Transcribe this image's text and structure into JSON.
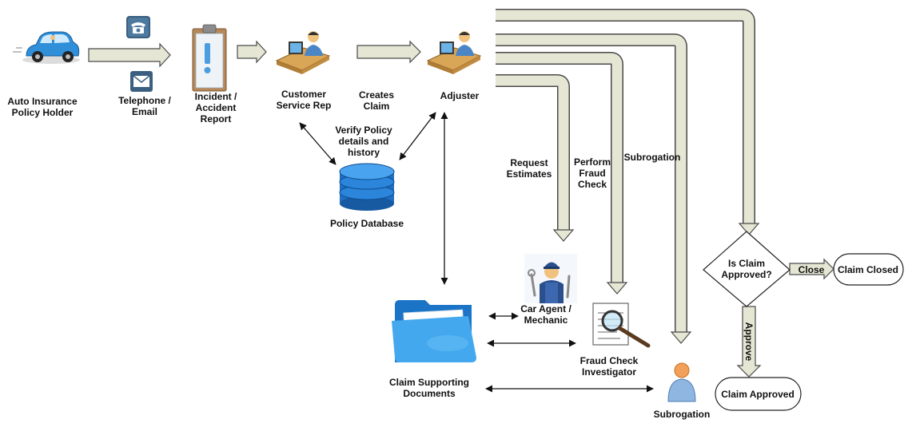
{
  "colors": {
    "arrow_fill": "#e6e6d4",
    "arrow_stroke": "#4a4a4a",
    "car_blue": "#2f8fd9",
    "database_blue": "#1f6fc4",
    "folder_blue": "#3aa0e6"
  },
  "nodes": {
    "policy_holder": [
      "Auto Insurance",
      "Policy Holder"
    ],
    "telephone_email": [
      "Telephone /",
      "Email"
    ],
    "incident_report": [
      "Incident /",
      "Accident",
      "Report"
    ],
    "customer_service_rep": [
      "Customer",
      "Service Rep"
    ],
    "creates_claim": [
      "Creates",
      "Claim"
    ],
    "adjuster": [
      "Adjuster"
    ],
    "verify_policy": [
      "Verify Policy",
      "details and",
      "history"
    ],
    "policy_database": [
      "Policy Database"
    ],
    "request_estimates": [
      "Request",
      "Estimates"
    ],
    "perform_fraud_check": [
      "Perform",
      "Fraud",
      "Check"
    ],
    "subrogation_label": [
      "Subrogation"
    ],
    "car_agent": [
      "Car Agent /",
      "Mechanic"
    ],
    "fraud_investigator": [
      "Fraud Check",
      "Investigator"
    ],
    "claim_documents": [
      "Claim Supporting",
      "Documents"
    ],
    "subrogation_person": [
      "Subrogation"
    ],
    "decision": [
      "Is Claim",
      "Approved?"
    ],
    "close_label": "Close",
    "approve_label": "Approve",
    "claim_closed": "Claim Closed",
    "claim_approved": "Claim Approved"
  },
  "icons": {
    "car": "car-icon",
    "telephone": "telephone-icon",
    "email": "email-icon",
    "clipboard": "clipboard-icon",
    "customer_rep": "desk-person-icon",
    "adjuster": "desk-person-icon",
    "database": "database-icon",
    "folder": "folder-icon",
    "mechanic": "mechanic-icon",
    "fraud": "magnifier-document-icon",
    "subrogation": "person-icon"
  }
}
